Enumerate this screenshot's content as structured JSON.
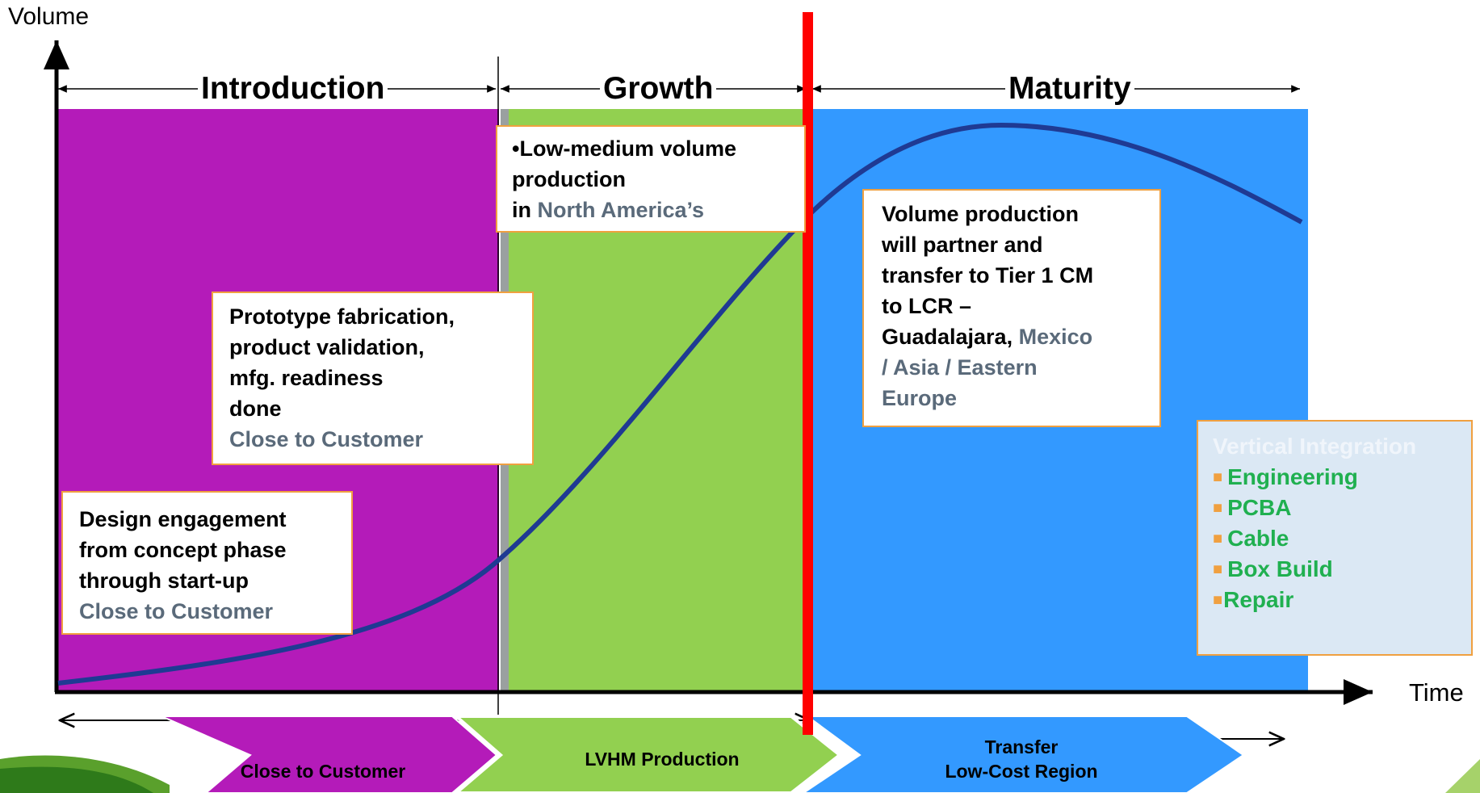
{
  "axes": {
    "y_label": "Volume",
    "x_label": "Time"
  },
  "phases": [
    {
      "name": "Introduction",
      "color": "#b41bb9"
    },
    {
      "name": "Growth",
      "color": "#92d050"
    },
    {
      "name": "Maturity",
      "color": "#3399ff"
    }
  ],
  "boxes": {
    "design": {
      "lines": [
        "Design engagement",
        "from concept phase",
        "through start-up"
      ],
      "highlight": "Close to Customer"
    },
    "prototype": {
      "lines": [
        "Prototype fabrication,",
        "product validation,",
        "mfg. readiness",
        "done"
      ],
      "highlight": "Close to Customer"
    },
    "growth": {
      "line1": "•Low-medium volume",
      "line2": "production",
      "line3_prefix": "in ",
      "line3_highlight": "North America’s"
    },
    "maturity": {
      "lines": [
        "Volume production",
        "will partner and",
        "transfer to Tier 1 CM",
        "to LCR –"
      ],
      "line5_prefix": "Guadalajara, ",
      "line5_highlight": "Mexico",
      "line6": "/ Asia / Eastern",
      "line7": "Europe"
    }
  },
  "vertical_integration": {
    "title": "Vertical Integration",
    "items": [
      "Engineering",
      "PCBA",
      "Cable",
      "Box Build",
      "Repair"
    ]
  },
  "chevrons": {
    "intro": {
      "line1": "Close to Customer"
    },
    "growth": {
      "line1": "LVHM Production"
    },
    "maturity": {
      "line1": "Transfer",
      "line2": "Low-Cost Region"
    }
  },
  "colors": {
    "curve": "#1f3a93",
    "divider": "#ff0000",
    "box_border": "#f0a040",
    "highlight_text": "#5a6a7a",
    "vi_items": "#20b050"
  }
}
